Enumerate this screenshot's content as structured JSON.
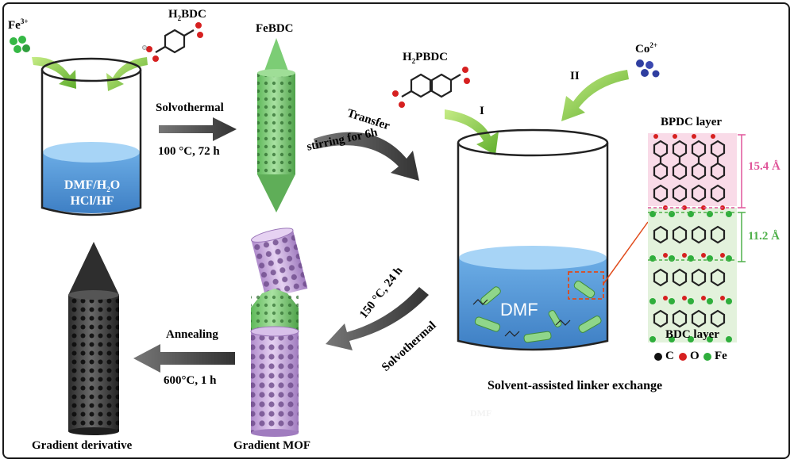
{
  "reactants": {
    "fe_ion": "Fe",
    "fe_charge": "3+",
    "h2bdc_h": "H",
    "h2bdc_sub": "2",
    "h2bdc_rest": "BDC",
    "h2pbdc_h": "H",
    "h2pbdc_sub": "2",
    "h2pbdc_rest": "PBDC",
    "co_ion": "Co",
    "co_charge": "2+",
    "route_1": "I",
    "route_2": "II"
  },
  "beaker1": {
    "line1_a": "DMF/H",
    "line1_sub": "2",
    "line1_b": "O",
    "line2": "HCl/HF"
  },
  "steps": {
    "solvothermal_1": "Solvothermal",
    "solvothermal_1_cond": "100 °C, 72 h",
    "transfer": "Transfer",
    "transfer_cond": "stirring for 6h",
    "solvothermal_2": "Solvothermal",
    "solvothermal_2_cond": "150 °C, 24 h",
    "annealing": "Annealing",
    "annealing_cond": "600°C, 1 h"
  },
  "products": {
    "febdc": "FeBDC",
    "gradient_mof": "Gradient MOF",
    "gradient_derivative": "Gradient derivative"
  },
  "beaker2": {
    "solvent": "DMF",
    "caption": "Solvent-assisted linker exchange",
    "faint_text": "DMF"
  },
  "structure": {
    "top_label": "BPDC layer",
    "bottom_label": "BDC layer",
    "spacing_top": "15.4 Å",
    "spacing_bottom": "11.2 Å"
  },
  "legend": [
    {
      "symbol": "C",
      "color": "#111111"
    },
    {
      "symbol": "O",
      "color": "#d62020"
    },
    {
      "symbol": "Fe",
      "color": "#2fae3c"
    }
  ],
  "colors": {
    "iron": "#35b845",
    "cobalt": "#2f3ea0",
    "green_arrow": "#7cc43a",
    "mof_green": "#8fd68a",
    "mof_purple": "#c9a6e0",
    "solvent_blue": "#4d93d6",
    "pink_accent": "#e0559a",
    "green_accent": "#4fb04a",
    "red_accent": "#e04a1a"
  }
}
